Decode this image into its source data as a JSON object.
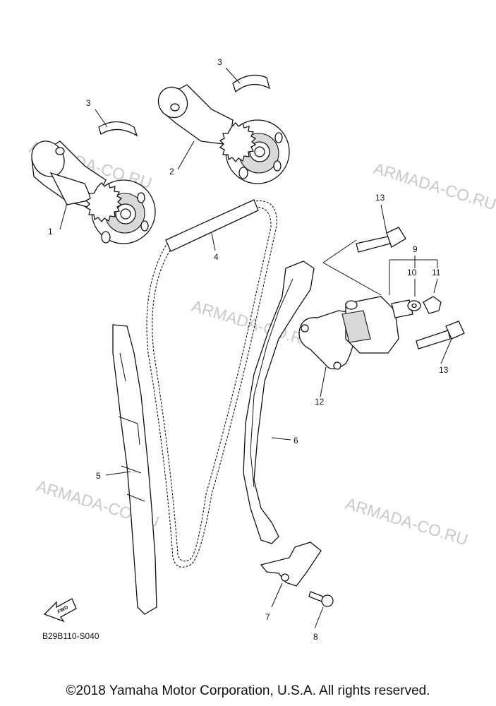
{
  "watermark": "ARMADA-CO.RU",
  "callouts": {
    "c1": "1",
    "c2": "2",
    "c3a": "3",
    "c3b": "3",
    "c4": "4",
    "c5": "5",
    "c6": "6",
    "c7": "7",
    "c8": "8",
    "c9": "9",
    "c10": "10",
    "c11": "11",
    "c12": "12",
    "c13a": "13",
    "c13b": "13"
  },
  "fwd_label": "FWD",
  "diagram_code": "B29B110-S040",
  "copyright": "©2018 Yamaha Motor Corporation, U.S.A. All rights reserved."
}
